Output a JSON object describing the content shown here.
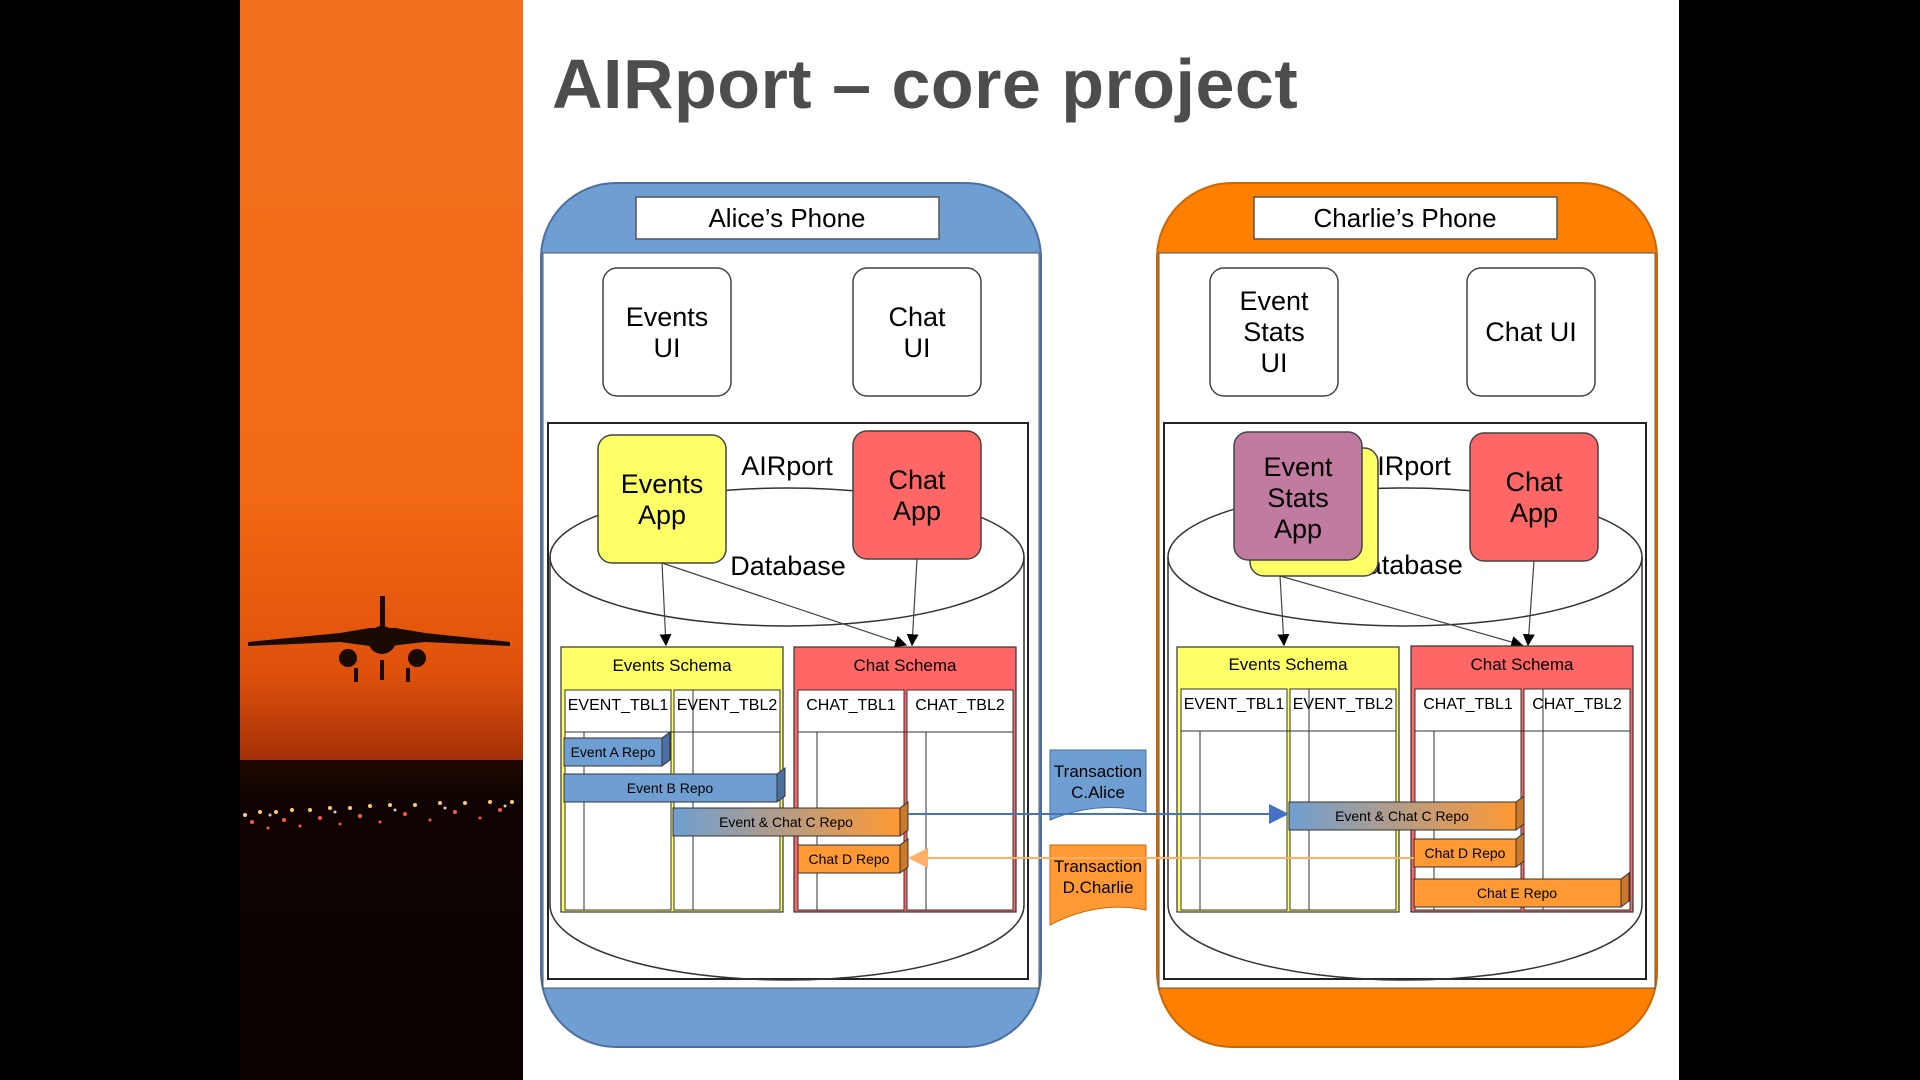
{
  "slide": {
    "title": "AIRport – core project"
  },
  "phones": [
    {
      "label": "Alice’s Phone",
      "color": "#6f9fd2",
      "ui": [
        {
          "lines": [
            "Events",
            "UI"
          ]
        },
        {
          "lines": [
            "Chat",
            "UI"
          ]
        }
      ],
      "apps": [
        {
          "lines": [
            "Events",
            "App"
          ],
          "color": "#ffff66"
        },
        {
          "lines": [
            "Chat",
            "App"
          ],
          "color": "#ff6666"
        }
      ],
      "airport_label": "AIRport",
      "database_label": "Database",
      "schemas": [
        {
          "name": "Events Schema",
          "tables": [
            "EVENT_TBL1",
            "EVENT_TBL2"
          ]
        },
        {
          "name": "Chat Schema",
          "tables": [
            "CHAT_TBL1",
            "CHAT_TBL2"
          ]
        }
      ],
      "repos": [
        "Event A Repo",
        "Event B Repo",
        "Event & Chat C Repo",
        "Chat D Repo"
      ]
    },
    {
      "label": "Charlie’s Phone",
      "color": "#ff8000",
      "ui": [
        {
          "lines": [
            "Event",
            "Stats",
            "UI"
          ]
        },
        {
          "lines": [
            "Chat UI"
          ]
        }
      ],
      "apps": [
        {
          "lines": [
            "Event",
            "Stats",
            "App"
          ],
          "color": "#c27ba0"
        },
        {
          "lines": [
            "Chat",
            "App"
          ],
          "color": "#ff6666"
        }
      ],
      "airport_label": "AIRport",
      "database_label": "Database",
      "schemas": [
        {
          "name": "Events Schema",
          "tables": [
            "EVENT_TBL1",
            "EVENT_TBL2"
          ]
        },
        {
          "name": "Chat Schema",
          "tables": [
            "CHAT_TBL1",
            "CHAT_TBL2"
          ]
        }
      ],
      "repos": [
        "Event & Chat C Repo",
        "Chat D Repo",
        "Chat E Repo"
      ]
    }
  ],
  "transactions": [
    {
      "lines": [
        "Transaction",
        "C.Alice"
      ],
      "color": "#6f9fd2"
    },
    {
      "lines": [
        "Transaction",
        "D.Charlie"
      ],
      "color": "#ff9933"
    }
  ],
  "colors": {
    "schema_events": "#ffff66",
    "schema_chat": "#ff6666",
    "repo_blue": "#6f9fd2",
    "repo_orange": "#ff9933",
    "arrow_blue": "#4472c4",
    "arrow_orange": "#ffb066"
  }
}
